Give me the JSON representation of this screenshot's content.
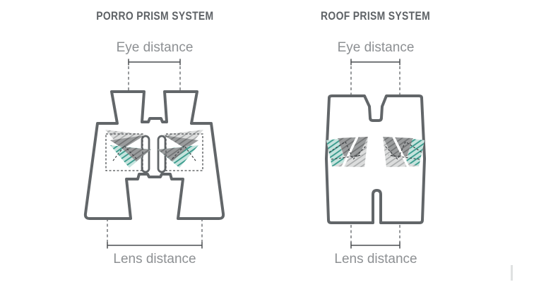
{
  "page": {
    "background": "#ffffff"
  },
  "panels": [
    {
      "title": "PORRO PRISM SYSTEM",
      "eye_label": "Eye distance",
      "lens_label": "Lens distance"
    },
    {
      "title": "ROOF PRISM SYSTEM",
      "eye_label": "Eye distance",
      "lens_label": "Lens distance"
    }
  ],
  "colors": {
    "outline": "#626669",
    "title_text": "#5e6266",
    "label_text": "#8d9093",
    "measure_line": "#4a4d50",
    "dashed_guide": "#7c7f82",
    "prism_hatch_light_bg": "#dcdddd",
    "prism_hatch_light_line": "#a7a9aa",
    "prism_hatch_dark_bg": "#9a9c9d",
    "prism_hatch_dark_line": "#6f7172",
    "prism_hatch_teal_bg": "#c5e3dd",
    "prism_hatch_teal_line": "#34998a"
  }
}
